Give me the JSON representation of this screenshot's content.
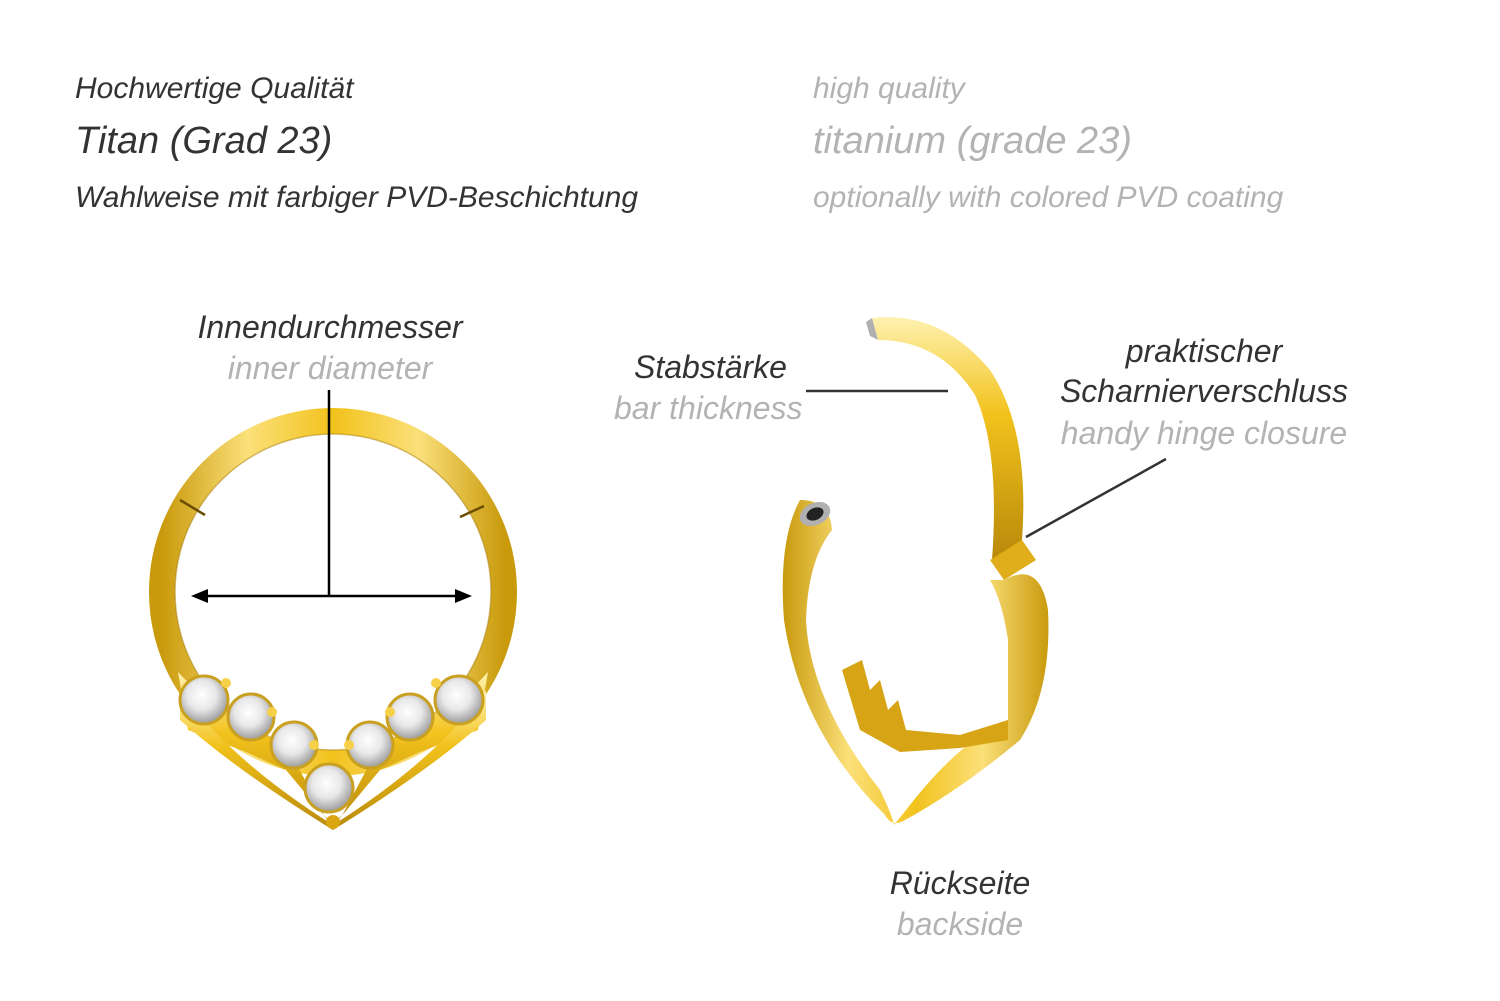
{
  "header": {
    "de": {
      "line1": "Hochwertige Qualität",
      "line2": "Titan (Grad 23)",
      "line3": "Wahlweise mit farbiger PVD-Beschichtung"
    },
    "en": {
      "line1": "high quality",
      "line2": "titanium (grade 23)",
      "line3": "optionally with colored PVD coating"
    }
  },
  "labels": {
    "inner_diameter": {
      "de": "Innendurchmesser",
      "en": "inner diameter"
    },
    "bar_thickness": {
      "de": "Stabstärke",
      "en": "bar thickness"
    },
    "hinge": {
      "de_line1": "praktischer",
      "de_line2": "Scharnierverschluss",
      "en": "handy hinge closure"
    },
    "backside": {
      "de": "Rückseite",
      "en": "backside"
    }
  },
  "colors": {
    "gold_light": "#fbe07a",
    "gold_mid": "#f2c21c",
    "gold_dark": "#c99a0c",
    "text_dark": "#333333",
    "text_light": "#b3b3b3"
  },
  "icons": {
    "ring_front": "gold-segment-ring-with-crystals-icon",
    "ring_back": "gold-hinged-ring-open-icon"
  }
}
